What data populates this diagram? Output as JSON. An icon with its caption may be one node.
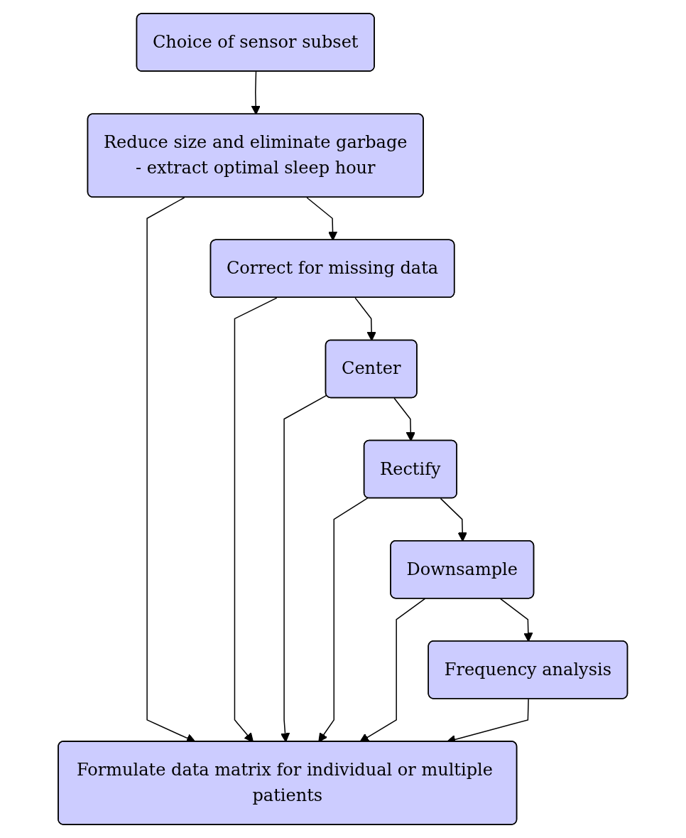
{
  "diagram": {
    "nodes": [
      {
        "text": [
          "Choice of sensor subset"
        ]
      },
      {
        "text": [
          "Reduce size and eliminate garbage",
          "- extract optimal sleep hour"
        ]
      },
      {
        "text": [
          "Correct for missing data"
        ]
      },
      {
        "text": [
          "Center"
        ]
      },
      {
        "text": [
          "Rectify"
        ]
      },
      {
        "text": [
          "Downsample"
        ]
      },
      {
        "text": [
          "Frequency analysis"
        ]
      },
      {
        "text": [
          "Formulate data matrix for individual or multiple patients"
        ]
      }
    ],
    "edges": [
      {
        "from": 0,
        "to": 1,
        "arrow": "to"
      },
      {
        "from": 1,
        "to": 2,
        "arrow": "to"
      },
      {
        "from": 2,
        "to": 3,
        "arrow": "to"
      },
      {
        "from": 3,
        "to": 4,
        "arrow": "to"
      },
      {
        "from": 4,
        "to": 5,
        "arrow": "to"
      },
      {
        "from": 5,
        "to": 6,
        "arrow": "to"
      },
      {
        "from": 1,
        "to": 7,
        "arrow": "to"
      },
      {
        "from": 2,
        "to": 7,
        "arrow": "to"
      },
      {
        "from": 3,
        "to": 7,
        "arrow": "to"
      },
      {
        "from": 4,
        "to": 7,
        "arrow": "to"
      },
      {
        "from": 5,
        "to": 7,
        "arrow": "to"
      },
      {
        "from": 6,
        "to": 7,
        "arrow": "to"
      }
    ]
  }
}
